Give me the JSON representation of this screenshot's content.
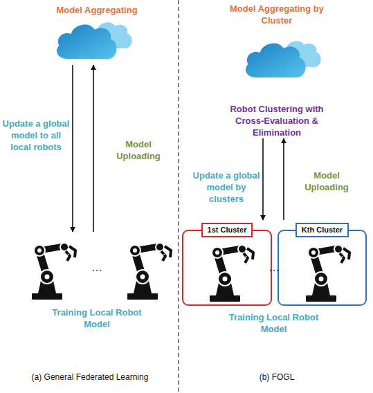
{
  "diagram": {
    "nodes": [
      {
        "text": [
          "Model Aggregating"
        ]
      },
      {
        "text": [
          "Training Local Robot Model"
        ]
      },
      {
        "text": [
          "Model Aggregating by Cluster",
          "Robot Clustering with Cross-Evaluation & Elimination"
        ]
      },
      {
        "text": [
          "Training Local Robot Model"
        ]
      },
      {
        "text": [
          "1st Cluster"
        ],
        "in": 3
      },
      {
        "text": [
          "Kth Cluster"
        ],
        "in": 3
      }
    ],
    "edges": [
      {
        "from": 0,
        "to": 1,
        "arrow": "to",
        "label": "Update a global model to all local robots"
      },
      {
        "from": 1,
        "to": 0,
        "arrow": "to",
        "label": "Model Uploading"
      },
      {
        "from": 2,
        "to": 3,
        "arrow": "to",
        "label": "Update a global model by clusters"
      },
      {
        "from": 3,
        "to": 2,
        "arrow": "to",
        "label": "Model Uploading"
      }
    ],
    "labels": [
      "…",
      "…",
      "(a) General Federated Learning",
      "(b) FOGL"
    ]
  }
}
